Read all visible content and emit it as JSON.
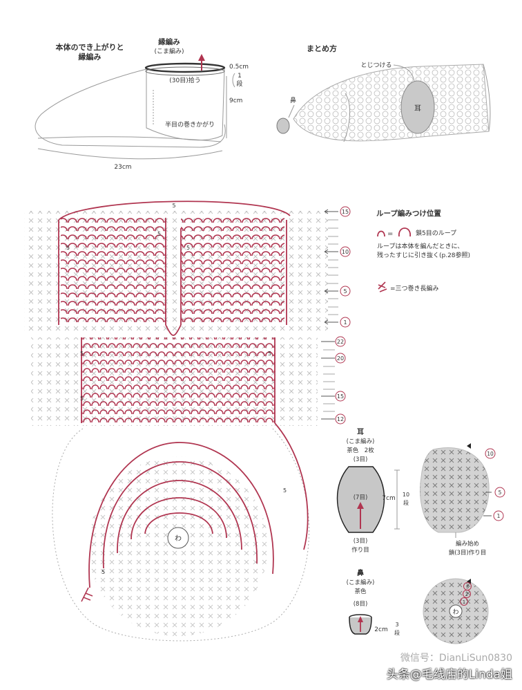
{
  "slipper": {
    "title_line1": "本体のでき上がりと",
    "title_line2": "縁編み",
    "edge_label": "縁編み",
    "edge_sub": "(こま編み)",
    "pickup": "(30目)拾う",
    "cuff_height": "0.5cm",
    "cuff_rows_num": "1",
    "cuff_rows_unit": "段",
    "height": "9cm",
    "seam": "半目の巻きかがり",
    "length": "23cm"
  },
  "assembly": {
    "title": "まとめ方",
    "sew": "とじつける",
    "nose": "鼻",
    "ear": "耳"
  },
  "legend": {
    "title": "ループ編みつけ位置",
    "eq": "=",
    "loop_desc": "鎖5目のループ",
    "note_line1": "ループは本体を編んだときに、",
    "note_line2": "残ったすじに引き抜く(p.28参照)",
    "triple": "=三つ巻き長編み"
  },
  "chart": {
    "row_marks_upper": [
      "15",
      "10",
      "5",
      "1"
    ],
    "row_marks_lower": [
      "22",
      "20",
      "15",
      "12"
    ],
    "five": "5",
    "ring": "わ"
  },
  "ear_part": {
    "title": "耳",
    "sub": "(こま編み)",
    "color": "茶色　2枚",
    "top": "(3目)",
    "middle": "(7目)",
    "height": "7cm",
    "rows_num": "10",
    "rows_unit": "段",
    "bottom": "(3目)",
    "made": "作り目",
    "mark10": "10",
    "mark5": "5",
    "mark1": "1",
    "start_line1": "編み始め",
    "start_line2": "鎖(3目)作り目"
  },
  "nose_part": {
    "title": "鼻",
    "sub": "(こま編み)",
    "color": "茶色",
    "top": "(8目)",
    "height": "2cm",
    "rows_num": "3",
    "rows_unit": "段",
    "mark3": "3",
    "mark2": "2",
    "mark1": "1"
  },
  "watermark": {
    "line1": "微信号：DianLiSun0830",
    "line2": "头条@毛线店的Linda姐"
  },
  "colors": {
    "pink": "#b03550",
    "gray_fill": "#d6d6d6",
    "line": "#999999"
  }
}
